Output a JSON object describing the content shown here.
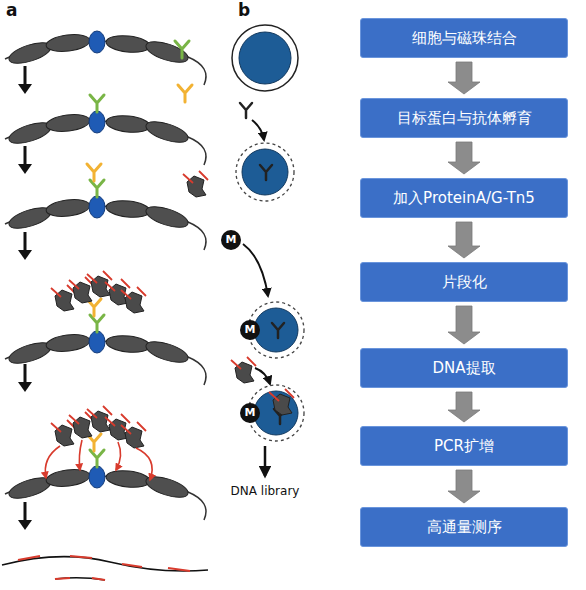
{
  "diagram": {
    "nodes": [
      {
        "text": [
          "细胞与磁珠结合"
        ]
      },
      {
        "text": [
          "目标蛋白与抗体孵育"
        ]
      },
      {
        "text": [
          "加入ProteinA/G-Tn5"
        ]
      },
      {
        "text": [
          "片段化"
        ]
      },
      {
        "text": [
          "DNA提取"
        ]
      },
      {
        "text": [
          "PCR扩增"
        ]
      },
      {
        "text": [
          "高通量测序"
        ]
      },
      {
        "text": [
          "M"
        ]
      },
      {
        "text": [
          "M"
        ]
      },
      {
        "text": [
          "M"
        ]
      }
    ],
    "edges": [
      {
        "from": 0,
        "to": 1,
        "arrow": "to"
      },
      {
        "from": 1,
        "to": 2,
        "arrow": "to"
      },
      {
        "from": 2,
        "to": 3,
        "arrow": "to"
      },
      {
        "from": 3,
        "to": 4,
        "arrow": "to"
      },
      {
        "from": 4,
        "to": 5,
        "arrow": "to"
      },
      {
        "from": 5,
        "to": 6,
        "arrow": "to"
      }
    ],
    "labels": [
      "a",
      "b",
      "DNA library"
    ]
  }
}
